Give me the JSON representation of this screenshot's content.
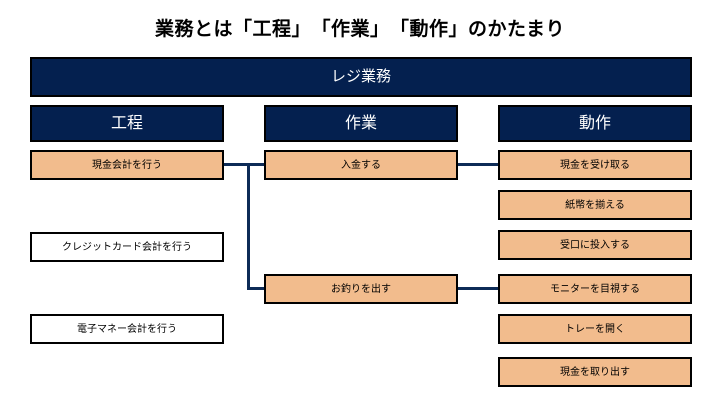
{
  "title": "業務とは「工程」　「作業」　「動作」のかたまり",
  "banner": {
    "label": "レジ業務"
  },
  "colors": {
    "navy": "#04204f",
    "orange": "#f2bc8d",
    "white": "#ffffff",
    "border": "#000000",
    "connector": "#0d2b57"
  },
  "columns": [
    {
      "key": "process",
      "header": "工程",
      "items": [
        {
          "label": "現金会計を行う",
          "fill": "orange"
        },
        {
          "label": "クレジットカード会計を行う",
          "fill": "white"
        },
        {
          "label": "電子マネー会計を行う",
          "fill": "white"
        }
      ]
    },
    {
      "key": "task",
      "header": "作業",
      "items": [
        {
          "label": "入金する",
          "fill": "orange"
        },
        {
          "label": "お釣りを出す",
          "fill": "orange"
        }
      ]
    },
    {
      "key": "motion",
      "header": "動作",
      "items": [
        {
          "label": "現金を受け取る",
          "fill": "orange"
        },
        {
          "label": "紙幣を揃える",
          "fill": "orange"
        },
        {
          "label": "受口に投入する",
          "fill": "orange"
        },
        {
          "label": "モニターを目視する",
          "fill": "orange"
        },
        {
          "label": "トレーを開く",
          "fill": "orange"
        },
        {
          "label": "現金を取り出す",
          "fill": "orange"
        }
      ]
    }
  ],
  "chart_data": {
    "type": "diagram",
    "title": "業務とは「工程」　「作業」　「動作」のかたまり",
    "root": "レジ業務",
    "levels": [
      "工程",
      "作業",
      "動作"
    ],
    "nodes": {
      "process": [
        "現金会計を行う",
        "クレジットカード会計を行う",
        "電子マネー会計を行う"
      ],
      "task": [
        "入金する",
        "お釣りを出す"
      ],
      "motion": [
        "現金を受け取る",
        "紙幣を揃える",
        "受口に投入する",
        "モニターを目視する",
        "トレーを開く",
        "現金を取り出す"
      ]
    },
    "edges": [
      {
        "from": "現金会計を行う",
        "to": "入金する"
      },
      {
        "from": "現金会計を行う",
        "to": "お釣りを出す"
      },
      {
        "from": "入金する",
        "to": "現金を受け取る"
      },
      {
        "from": "お釣りを出す",
        "to": "モニターを目視する"
      }
    ],
    "highlighted_path": [
      "現金会計を行う",
      "入金する",
      "お釣りを出す",
      "現金を受け取る",
      "モニターを目視する"
    ]
  }
}
